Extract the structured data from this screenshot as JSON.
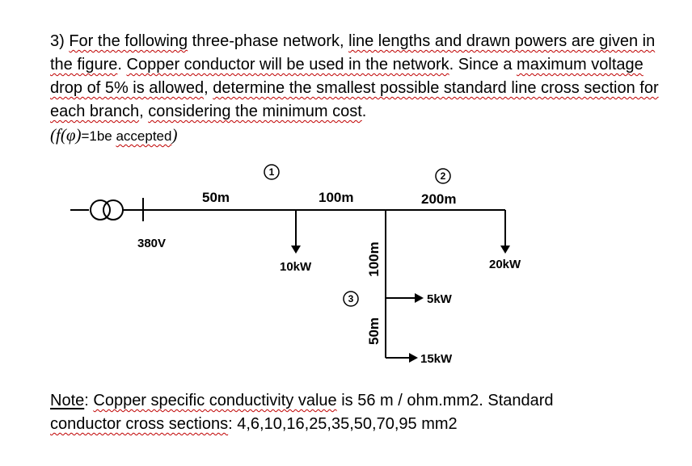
{
  "problem": {
    "number": "3) ",
    "s1": "For the following",
    "s2": " three-phase network, ",
    "s3": "line lengths and drawn powers are given in the figure",
    "s4": ". ",
    "s5": "Copper conductor will be used in the network",
    "s6": ". Since a ",
    "s7": "maximum voltage drop of 5% is allowed",
    "s8": ", ",
    "s9": "determine the smallest possible standard line cross section for each branch",
    "s10": ", ",
    "s11": "considering the minimum cost",
    "s12": ".",
    "formula_open": "(",
    "formula_f": "f(φ)",
    "formula_eq": "=1be ",
    "formula_accepted": "accepted",
    "formula_close": ")"
  },
  "diagram": {
    "source_voltage": "380V",
    "segment_lengths": {
      "source_to_1": "50m",
      "node1_to_junction": "100m",
      "junction_to_2": "200m",
      "junction_to_3": "100m",
      "node3_to_end": "50m"
    },
    "nodes": {
      "n1": "1",
      "n2": "2",
      "n3": "3"
    },
    "loads": {
      "at_node1": "10kW",
      "at_node2": "20kW",
      "at_branch_mid": "5kW",
      "at_branch_end": "15kW"
    },
    "colors": {
      "line": "#000000",
      "underline": "#c00000"
    }
  },
  "note": {
    "label": "Note",
    "t1": ": ",
    "t2": "Copper specific conductivity value",
    "t3": " is 56 m / ohm.mm2. Standard ",
    "t4": "conductor cross sections",
    "t5": ": 4,6,10,16,25,35,50,70,95 mm2"
  }
}
